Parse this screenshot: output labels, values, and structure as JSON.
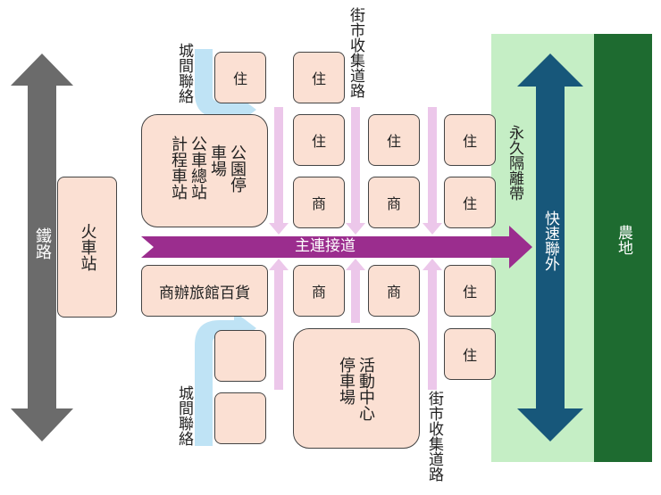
{
  "labels": {
    "railway": "鐵路",
    "train_station": "火車站",
    "intercity_top": "城間聯絡",
    "intercity_bottom": "城間聯絡",
    "collector_top": "街市收集道路",
    "collector_bottom": "街市收集道路",
    "main_artery": "主連接道",
    "buffer": "永久隔離帶",
    "expressway": "快速聯外",
    "farmland": "農地",
    "bus_taxi": "公車總站計程車站",
    "park_parking": "公園停車場",
    "commercial_strip": "商辦旅館百貨",
    "activity_center": "活動中心停車場"
  },
  "blocks": {
    "residential": "住",
    "commercial": "商"
  },
  "colors": {
    "railway_arrow": "#6b6b6b",
    "main_artery": "#9b2d8e",
    "collector_arrows": "#ecc7ea",
    "intercity_arrows": "#bfe3f5",
    "buffer_zone": "#c5eec5",
    "farmland": "#1e6b30",
    "expressway_arrow": "#17577a",
    "block_fill": "#fbe0d3"
  }
}
